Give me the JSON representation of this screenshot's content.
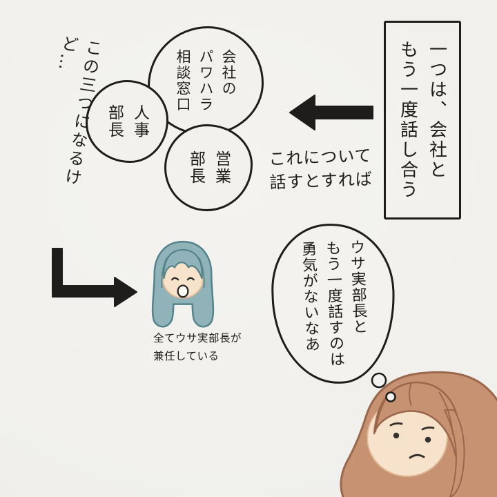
{
  "page": {
    "bg": "#f1f0ec",
    "ink": "#1f1d1b"
  },
  "option_box": {
    "columns": [
      "一つは、会社と",
      "もう一度話し合う"
    ]
  },
  "org_circles": [
    {
      "name": "consultation-desk",
      "columns": [
        "会社の",
        "パワハラ",
        "相談窓口"
      ]
    },
    {
      "name": "hr-director",
      "columns": [
        "人事",
        "部長"
      ]
    },
    {
      "name": "sales-director",
      "columns": [
        "営業",
        "部長"
      ]
    }
  ],
  "side_note": "この三つになるけど…",
  "caption": {
    "lines": [
      "これについて",
      "話すとすれば"
    ]
  },
  "usami_note": {
    "lines": [
      "全てウサ実部長が",
      "兼任している"
    ]
  },
  "thought_bubble": {
    "columns": [
      "ウサ実部長と",
      "もう一度話すのは",
      "勇気がないなあ"
    ]
  },
  "colors": {
    "paper": "#f1f0ec",
    "ink": "#1f1d1b",
    "usami_hair": "#8fb3b8",
    "narrator_hair": "#c79271",
    "skin": "#f7e2cb"
  }
}
